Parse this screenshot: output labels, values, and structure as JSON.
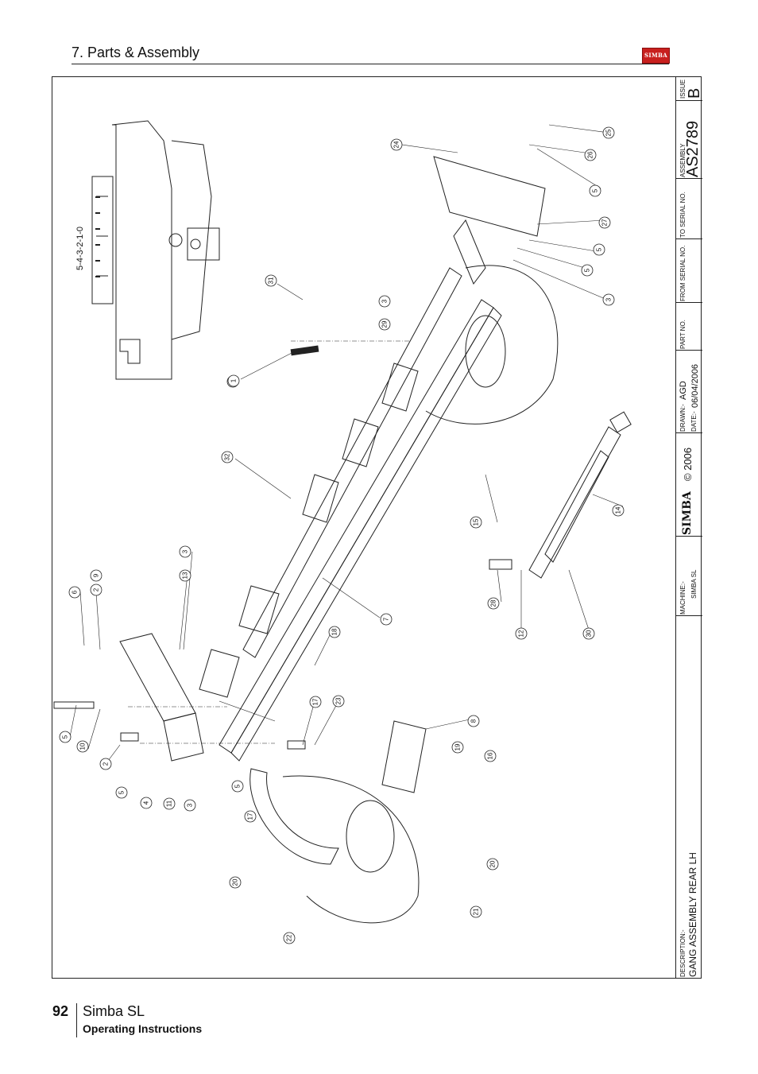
{
  "header": {
    "section": "7. Parts & Assembly",
    "logo_text": "SIMBA"
  },
  "drawing": {
    "gauge_label": "5-4-3-2-1-0",
    "callouts": [
      "25",
      "26",
      "24",
      "5",
      "27",
      "5",
      "5",
      "3",
      "31",
      "5",
      "3",
      "29",
      "1",
      "32",
      "15",
      "14",
      "6",
      "2",
      "9",
      "3",
      "13",
      "28",
      "12",
      "30",
      "7",
      "18",
      "17",
      "23",
      "8",
      "5",
      "10",
      "2",
      "5",
      "4",
      "11",
      "3",
      "5",
      "17",
      "19",
      "16",
      "20",
      "20",
      "21",
      "22"
    ]
  },
  "title_block": {
    "issue_label": "ISSUE",
    "issue": "B",
    "assembly_label": "ASSEMBLY",
    "assembly": "AS2789",
    "to_serial_label": "TO SERIAL NO.",
    "from_serial_label": "FROM SERIAL NO.",
    "part_no_label": "PART NO.",
    "drawn_label": "DRAWN:-",
    "drawn": "AGD",
    "date_label": "DATE:-",
    "date": "06/04/2006",
    "copyright": "© 2006",
    "brand": "SIMBA",
    "machine_label": "MACHINE:-",
    "machine": "SIMBA SL",
    "description_label": "DESCRIPTION:-",
    "description": "GANG ASSEMBLY REAR LH"
  },
  "footer": {
    "page_number": "92",
    "product": "Simba SL",
    "subtitle": "Operating Instructions"
  }
}
